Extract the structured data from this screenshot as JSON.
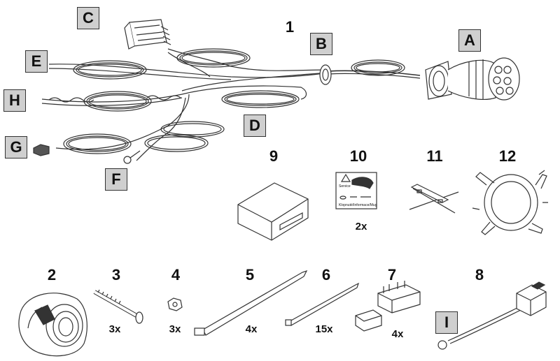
{
  "labels": {
    "a": "A",
    "b": "B",
    "c": "C",
    "d": "D",
    "e": "E",
    "f": "F",
    "g": "G",
    "h": "H",
    "i": "I"
  },
  "numbers": {
    "n1": "1",
    "n2": "2",
    "n3": "3",
    "n4": "4",
    "n5": "5",
    "n6": "6",
    "n7": "7",
    "n8": "8",
    "n9": "9",
    "n10": "10",
    "n11": "11",
    "n12": "12"
  },
  "quantities": {
    "q10": "2x",
    "q3": "3x",
    "q4": "3x",
    "q5": "4x",
    "q6": "15x",
    "q7": "4x"
  },
  "warning_card": {
    "service": "Service",
    "caption": "Klopnuté/Informace/Mug"
  }
}
